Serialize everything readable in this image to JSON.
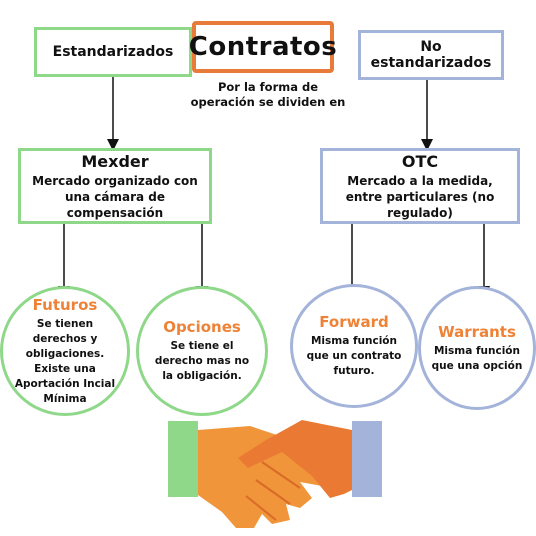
{
  "title": "Contratos",
  "subtitle": "Por la forma de operación se dividen en",
  "left_category": "Estandarizados",
  "right_category": "No estandarizados",
  "mexder": {
    "title": "Mexder",
    "description": "Mercado organizado con una cámara de compensación"
  },
  "otc": {
    "title": "OTC",
    "description": "Mercado a la medida, entre particulares (no regulado)"
  },
  "futuros": {
    "title": "Futuros",
    "description": "Se tienen derechos y obligaciones. Existe una Aportación Incial Mínima"
  },
  "opciones": {
    "title": "Opciones",
    "description": "Se tiene el derecho mas no la obligación."
  },
  "forward": {
    "title": "Forward",
    "description": "Misma función que un contrato futuro."
  },
  "warrants": {
    "title": "Warrants",
    "description": "Misma función que una opción"
  },
  "colors": {
    "green": "#8fd88a",
    "blue": "#a3b3d9",
    "orange": "#e87a3a",
    "handshake_left": "#f0953a",
    "handshake_right": "#ea7a33"
  }
}
